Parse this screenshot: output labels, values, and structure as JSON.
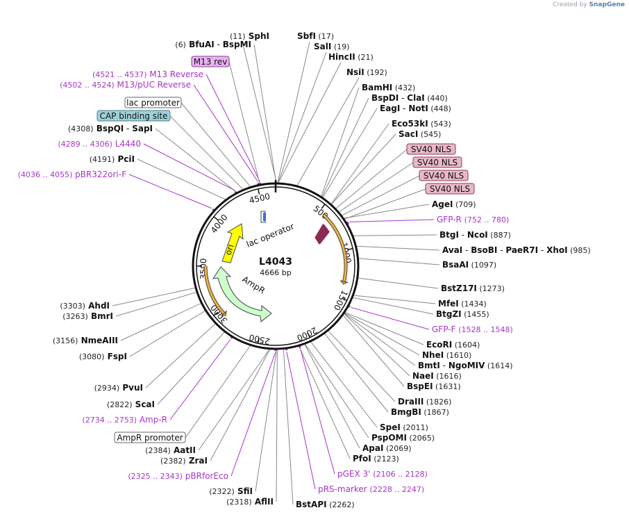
{
  "credit": {
    "prefix": "Created by",
    "brand": "SnapGene"
  },
  "plasmid": {
    "name": "L4043",
    "size_label": "4666 bp",
    "length": 4666
  },
  "ticks": [
    "500",
    "1000",
    "1500",
    "2000",
    "2500",
    "3000",
    "3500",
    "4000",
    "4500"
  ],
  "boxed_features": [
    {
      "label": "M13 rev",
      "fill": "#e8b3f0",
      "stroke": "#8a3a9a"
    },
    {
      "label": "lac promoter",
      "fill": "#ffffff",
      "stroke": "#666666"
    },
    {
      "label": "CAP binding site",
      "fill": "#9fd0d8",
      "stroke": "#4a7f88"
    },
    {
      "label": "SV40 NLS",
      "fill": "#e9b8c8",
      "stroke": "#8a3a55"
    },
    {
      "label": "SV40 NLS",
      "fill": "#e9b8c8",
      "stroke": "#8a3a55"
    },
    {
      "label": "SV40 NLS",
      "fill": "#e9b8c8",
      "stroke": "#8a3a55"
    },
    {
      "label": "SV40 NLS",
      "fill": "#e9b8c8",
      "stroke": "#8a3a55"
    },
    {
      "label": "AmpR promoter",
      "fill": "#ffffff",
      "stroke": "#666666"
    }
  ],
  "left_labels": [
    {
      "kind": "enzyme",
      "num": "(6)",
      "name": "BfuAI",
      "name2": "BspMI"
    },
    {
      "kind": "primer",
      "num": "(4521 .. 4537)",
      "name": "M13 Reverse"
    },
    {
      "kind": "primer",
      "num": "(4502 .. 4524)",
      "name": "M13/pUC Reverse"
    },
    {
      "kind": "enzyme",
      "num": "(4308)",
      "name": "BspQI",
      "name2": "SapI"
    },
    {
      "kind": "primer",
      "num": "(4289 .. 4306)",
      "name": "L4440"
    },
    {
      "kind": "enzyme",
      "num": "(4191)",
      "name": "PciI"
    },
    {
      "kind": "primer",
      "num": "(4036 .. 4055)",
      "name": "pBR322ori-F"
    },
    {
      "kind": "enzyme",
      "num": "(3303)",
      "name": "AhdI"
    },
    {
      "kind": "enzyme",
      "num": "(3263)",
      "name": "BmrI"
    },
    {
      "kind": "enzyme",
      "num": "(3156)",
      "name": "NmeAIII"
    },
    {
      "kind": "enzyme",
      "num": "(3080)",
      "name": "FspI"
    },
    {
      "kind": "enzyme",
      "num": "(2934)",
      "name": "PvuI"
    },
    {
      "kind": "enzyme",
      "num": "(2822)",
      "name": "ScaI"
    },
    {
      "kind": "primer",
      "num": "(2734 .. 2753)",
      "name": "Amp-R"
    },
    {
      "kind": "enzyme",
      "num": "(2384)",
      "name": "AatII"
    },
    {
      "kind": "enzyme",
      "num": "(2382)",
      "name": "ZraI"
    },
    {
      "kind": "primer",
      "num": "(2325 .. 2343)",
      "name": "pBRforEco"
    },
    {
      "kind": "enzyme",
      "num": "(2322)",
      "name": "SfiI"
    },
    {
      "kind": "enzyme",
      "num": "(2318)",
      "name": "AflII"
    }
  ],
  "top_labels": [
    {
      "kind": "enzyme",
      "num": "(11)",
      "name": "SphI"
    },
    {
      "kind": "enzyme",
      "num": "(17)",
      "name": "SbfI"
    },
    {
      "kind": "enzyme",
      "num": "(19)",
      "name": "SalI"
    },
    {
      "kind": "enzyme",
      "num": "(21)",
      "name": "HincII"
    },
    {
      "kind": "enzyme",
      "num": "(192)",
      "name": "NsiI"
    }
  ],
  "right_labels": [
    {
      "kind": "enzyme",
      "num": "(432)",
      "name": "BamHI"
    },
    {
      "kind": "enzyme",
      "num": "(440)",
      "name": "BspDI",
      "name2": "ClaI"
    },
    {
      "kind": "enzyme",
      "num": "(448)",
      "name": "EagI",
      "name2": "NotI"
    },
    {
      "kind": "enzyme",
      "num": "(543)",
      "name": "Eco53kI"
    },
    {
      "kind": "enzyme",
      "num": "(545)",
      "name": "SacI"
    },
    {
      "kind": "enzyme",
      "num": "(709)",
      "name": "AgeI"
    },
    {
      "kind": "primer",
      "num": "(752 .. 780)",
      "name": "GFP-R"
    },
    {
      "kind": "enzyme",
      "num": "(887)",
      "name": "BtgI",
      "name2": "NcoI"
    },
    {
      "kind": "enzyme",
      "num": "(985)",
      "name": "AvaI",
      "name2": "BsoBI",
      "name3": "PaeR7I",
      "name4": "XhoI"
    },
    {
      "kind": "enzyme",
      "num": "(1097)",
      "name": "BsaAI"
    },
    {
      "kind": "enzyme",
      "num": "(1273)",
      "name": "BstZ17I"
    },
    {
      "kind": "enzyme",
      "num": "(1434)",
      "name": "MfeI"
    },
    {
      "kind": "enzyme",
      "num": "(1455)",
      "name": "BtgZI"
    },
    {
      "kind": "primer",
      "num": "(1528 .. 1548)",
      "name": "GFP-F"
    },
    {
      "kind": "enzyme",
      "num": "(1604)",
      "name": "EcoRI"
    },
    {
      "kind": "enzyme",
      "num": "(1610)",
      "name": "NheI"
    },
    {
      "kind": "enzyme",
      "num": "(1614)",
      "name": "BmtI",
      "name2": "NgoMIV"
    },
    {
      "kind": "enzyme",
      "num": "(1616)",
      "name": "NaeI"
    },
    {
      "kind": "enzyme",
      "num": "(1631)",
      "name": "BspEI"
    },
    {
      "kind": "enzyme",
      "num": "(1826)",
      "name": "DraIII"
    },
    {
      "kind": "enzyme",
      "num": "(1867)",
      "name": "BmgBI"
    },
    {
      "kind": "enzyme",
      "num": "(2011)",
      "name": "SpeI"
    },
    {
      "kind": "enzyme",
      "num": "(2065)",
      "name": "PspOMI"
    },
    {
      "kind": "enzyme",
      "num": "(2069)",
      "name": "ApaI"
    },
    {
      "kind": "enzyme",
      "num": "(2123)",
      "name": "PfoI"
    },
    {
      "kind": "primer",
      "num": "(2106 .. 2128)",
      "name": "pGEX 3'"
    },
    {
      "kind": "primer",
      "num": "(2228 .. 2247)",
      "name": "pRS-marker"
    },
    {
      "kind": "enzyme",
      "num": "(2262)",
      "name": "BstAPI"
    }
  ],
  "inner_features": [
    {
      "label": "ori",
      "color": "#ffff00"
    },
    {
      "label": "lac operator",
      "color": "#ffffff"
    },
    {
      "label": "AmpR",
      "color": "#ccffcc"
    }
  ],
  "colors": {
    "primer": "#a833c8",
    "orf_arc": "#f0b040",
    "cds_arrow": "#8a2a55"
  }
}
